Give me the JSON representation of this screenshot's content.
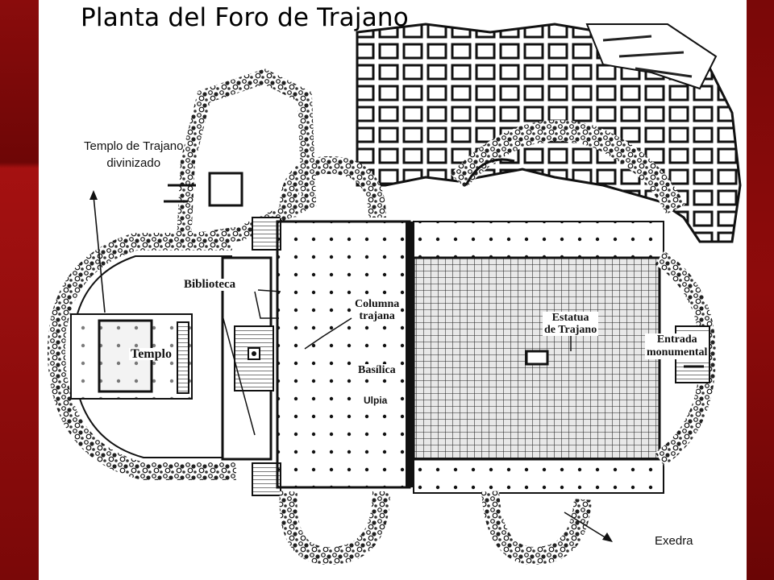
{
  "title": "Planta del Foro de Trajano",
  "callouts": {
    "templo_trajano": [
      "Templo de Trajano",
      "divinizado"
    ],
    "exedra": "Exedra"
  },
  "plan_labels": {
    "biblioteca": "Biblioteca",
    "templo": "Templo",
    "columna": [
      "Columna",
      "trajana"
    ],
    "basilica": "Basílica",
    "ulpia": "Ulpia",
    "estatua": [
      "Estatua",
      "de Trajano"
    ],
    "entrada": [
      "Entrada",
      "monumental"
    ]
  },
  "colors": {
    "frame": "#8a0c0c",
    "ink": "#111111",
    "hatch": "#2a2a2a",
    "background": "#ffffff"
  }
}
